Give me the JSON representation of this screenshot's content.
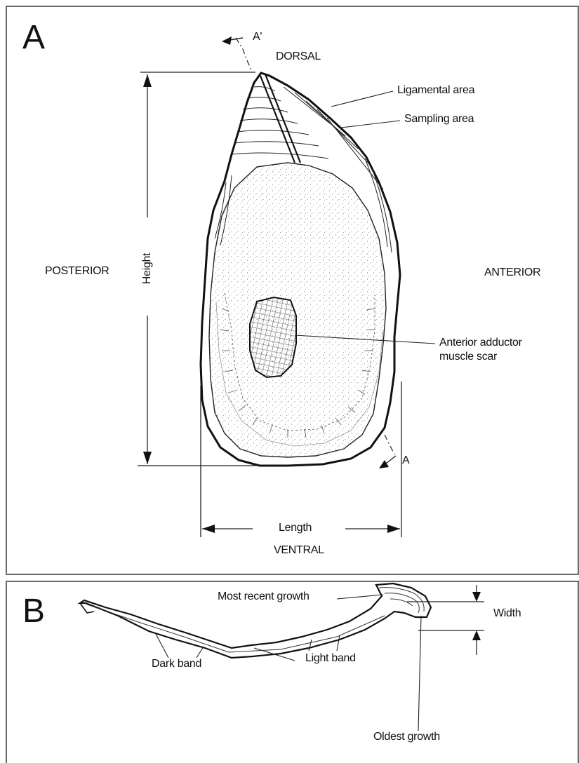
{
  "panel_a": {
    "letter": "A",
    "section_marker_top": "A'",
    "section_marker_bottom": "A",
    "dorsal": "DORSAL",
    "ventral": "VENTRAL",
    "posterior": "POSTERIOR",
    "anterior": "ANTERIOR",
    "height_label": "Height",
    "length_label": "Length",
    "ligamental_area": "Ligamental area",
    "sampling_area": "Sampling area",
    "scar_line1": "Anterior adductor",
    "scar_line2": "muscle scar"
  },
  "panel_b": {
    "letter": "B",
    "most_recent_growth": "Most recent growth",
    "width_label": "Width",
    "dark_band": "Dark band",
    "light_band": "Light band",
    "oldest_growth": "Oldest growth"
  }
}
